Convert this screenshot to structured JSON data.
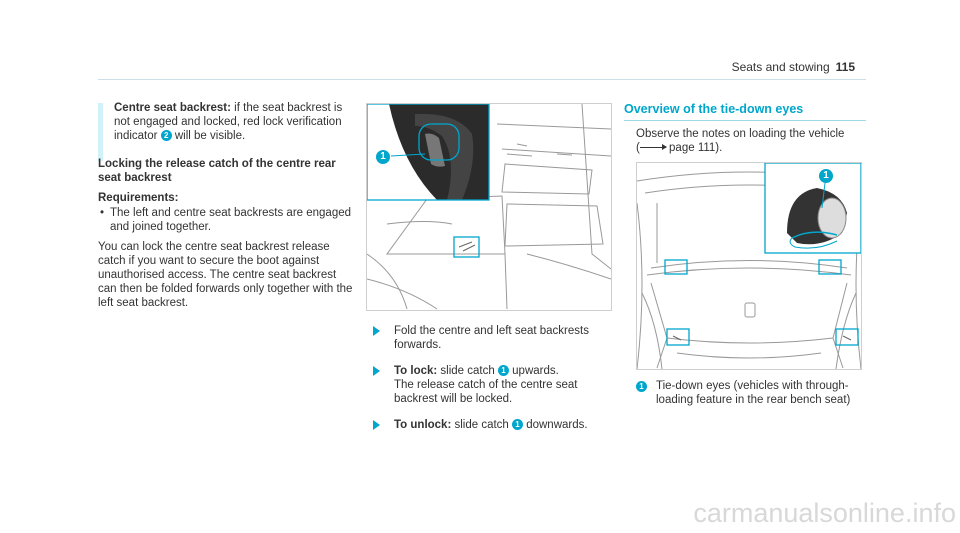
{
  "header": {
    "section": "Seats and stowing",
    "page_number": "115"
  },
  "left_col": {
    "note_label": "Centre seat backrest:",
    "note_text": " if the seat backrest is not engaged and locked, red lock verification indicator ",
    "note_badge": "2",
    "note_end": " will be visible.",
    "heading": "Locking the release catch of the centre rear seat backrest",
    "req_label": "Requirements:",
    "req_item": "The left and centre seat backrests are engaged and joined together.",
    "body": "You can lock the centre seat backrest release catch if you want to secure the boot against unauthorised access. The centre seat backrest can then be folded forwards only together with the left seat backrest."
  },
  "middle_col": {
    "figure_badge": "1",
    "step1": "Fold the centre and left seat backrests forwards.",
    "step2_label": "To lock:",
    "step2_text_a": " slide catch ",
    "step2_badge": "1",
    "step2_text_b": " upwards.",
    "step2_text_c": "The release catch of the centre seat backrest will be locked.",
    "step3_label": "To unlock:",
    "step3_text_a": " slide catch ",
    "step3_badge": "1",
    "step3_text_b": " downwards."
  },
  "right_col": {
    "section_title": "Overview of the tie-down eyes",
    "observe_text": "Observe the notes on loading the vehicle",
    "observe_ref_open": "(",
    "observe_ref": " page 111).",
    "figure_badge": "1",
    "caption_badge": "1",
    "caption": "Tie-down eyes (vehicles with through-loading feature in the rear bench seat)"
  },
  "watermark": "carmanualsonline.info",
  "colors": {
    "accent": "#00a6cc",
    "bar": "#d2f2f9"
  }
}
